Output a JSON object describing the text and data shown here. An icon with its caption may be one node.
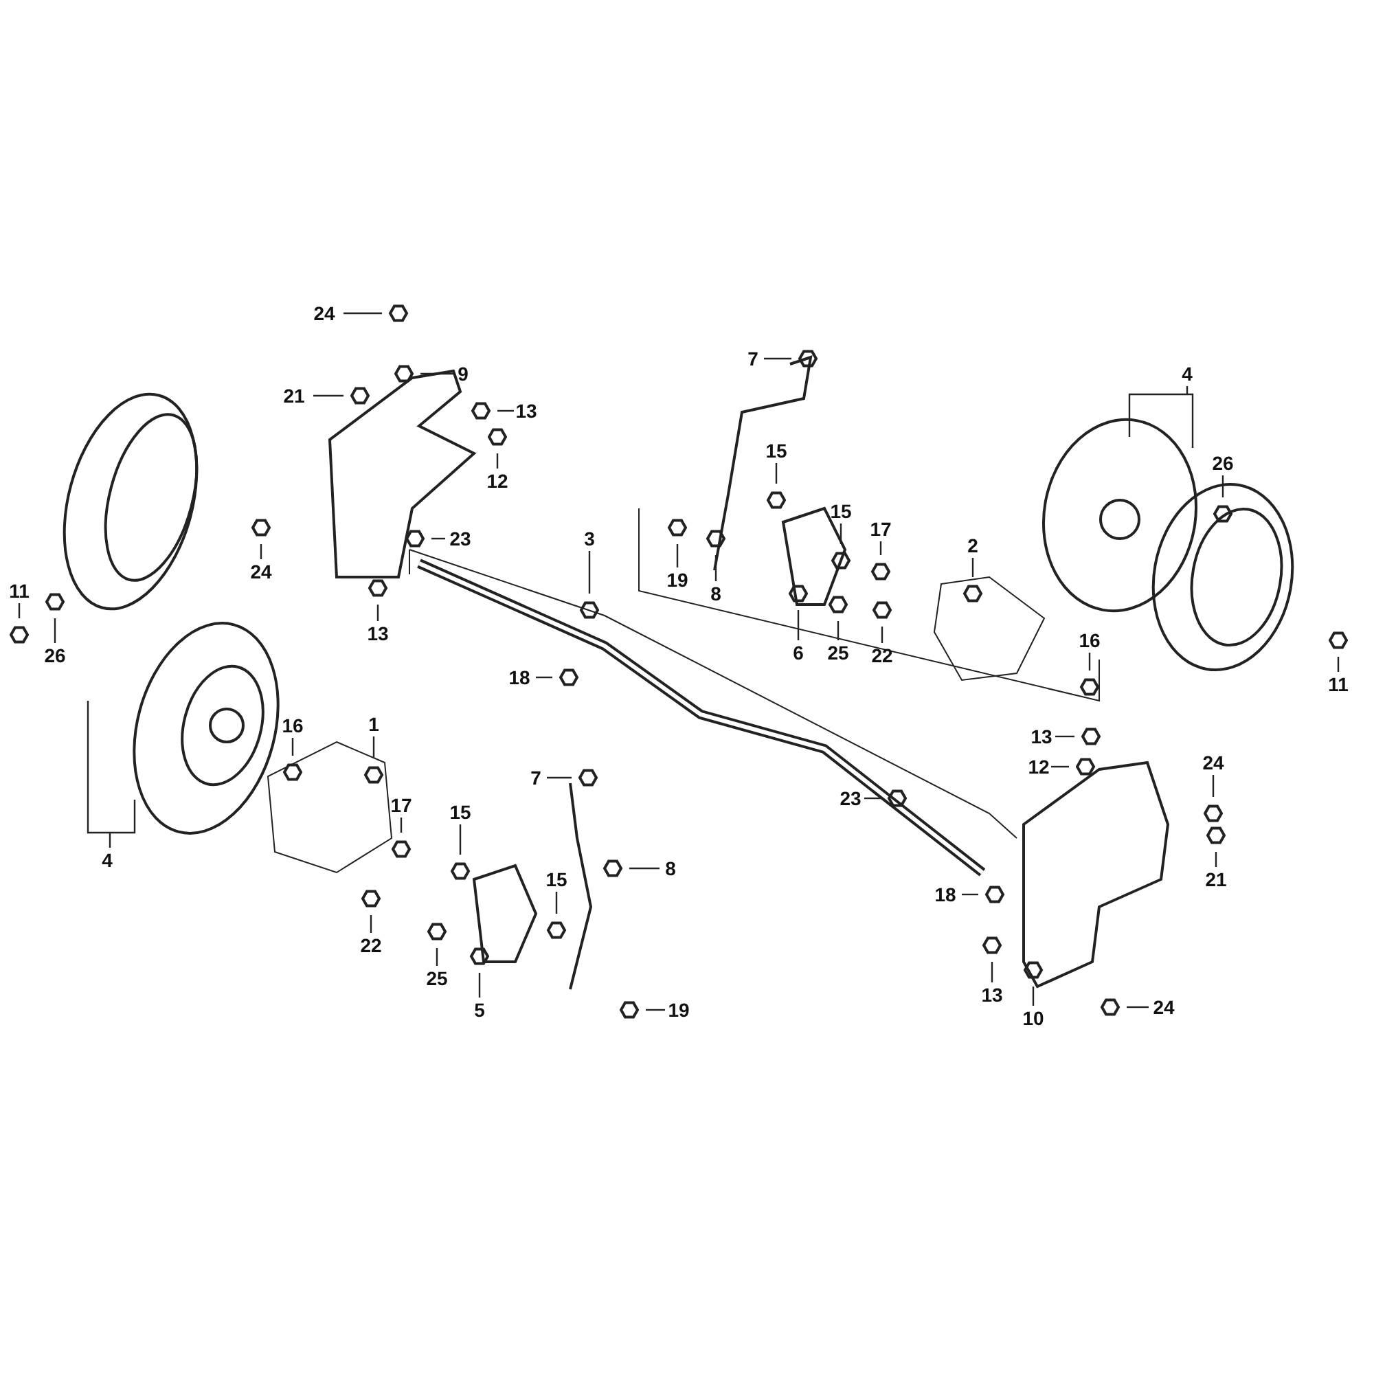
{
  "diagram": {
    "nodes": [
      {
        "text": [
          "24"
        ]
      },
      {
        "text": [
          "9"
        ]
      },
      {
        "text": [
          "7"
        ]
      },
      {
        "text": [
          "21"
        ]
      },
      {
        "text": [
          "13"
        ]
      },
      {
        "text": [
          "4"
        ]
      },
      {
        "text": [
          "15"
        ]
      },
      {
        "text": [
          "12"
        ]
      },
      {
        "text": [
          "26"
        ]
      },
      {
        "text": [
          "23"
        ]
      },
      {
        "text": [
          "3"
        ]
      },
      {
        "text": [
          "19"
        ]
      },
      {
        "text": [
          "8"
        ]
      },
      {
        "text": [
          "15"
        ]
      },
      {
        "text": [
          "17"
        ]
      },
      {
        "text": [
          "2"
        ]
      },
      {
        "text": [
          "24"
        ]
      },
      {
        "text": [
          "11"
        ]
      },
      {
        "text": [
          "26"
        ]
      },
      {
        "text": [
          "13"
        ]
      },
      {
        "text": [
          "6"
        ]
      },
      {
        "text": [
          "25"
        ]
      },
      {
        "text": [
          "22"
        ]
      },
      {
        "text": [
          "16"
        ]
      },
      {
        "text": [
          "18"
        ]
      },
      {
        "text": [
          "11"
        ]
      },
      {
        "text": [
          "1"
        ]
      },
      {
        "text": [
          "16"
        ]
      },
      {
        "text": [
          "13"
        ]
      },
      {
        "text": [
          "12"
        ]
      },
      {
        "text": [
          "24"
        ]
      },
      {
        "text": [
          "7"
        ]
      },
      {
        "text": [
          "17"
        ]
      },
      {
        "text": [
          "15"
        ]
      },
      {
        "text": [
          "23"
        ]
      },
      {
        "text": [
          "4"
        ]
      },
      {
        "text": [
          "8"
        ]
      },
      {
        "text": [
          "21"
        ]
      },
      {
        "text": [
          "18"
        ]
      },
      {
        "text": [
          "15"
        ]
      },
      {
        "text": [
          "22"
        ]
      },
      {
        "text": [
          "25"
        ]
      },
      {
        "text": [
          "13"
        ]
      },
      {
        "text": [
          "5"
        ]
      },
      {
        "text": [
          "19"
        ]
      },
      {
        "text": [
          "10"
        ]
      },
      {
        "text": [
          "24"
        ]
      }
    ],
    "edges": [
      {
        "from": 0,
        "to": null,
        "arrow": "none"
      },
      {
        "from": 1,
        "to": null,
        "arrow": "none"
      },
      {
        "from": 2,
        "to": null,
        "arrow": "none"
      },
      {
        "from": 3,
        "to": null,
        "arrow": "none"
      },
      {
        "from": 4,
        "to": null,
        "arrow": "none"
      },
      {
        "from": 5,
        "to": null,
        "arrow": "none"
      },
      {
        "from": 6,
        "to": null,
        "arrow": "none"
      },
      {
        "from": 7,
        "to": null,
        "arrow": "none"
      },
      {
        "from": 8,
        "to": null,
        "arrow": "none"
      },
      {
        "from": 9,
        "to": null,
        "arrow": "none"
      },
      {
        "from": 10,
        "to": null,
        "arrow": "none"
      },
      {
        "from": 11,
        "to": null,
        "arrow": "none"
      },
      {
        "from": 12,
        "to": null,
        "arrow": "none"
      },
      {
        "from": 13,
        "to": null,
        "arrow": "none"
      },
      {
        "from": 14,
        "to": null,
        "arrow": "none"
      },
      {
        "from": 15,
        "to": null,
        "arrow": "none"
      },
      {
        "from": 16,
        "to": null,
        "arrow": "none"
      },
      {
        "from": 17,
        "to": null,
        "arrow": "none"
      },
      {
        "from": 18,
        "to": null,
        "arrow": "none"
      },
      {
        "from": 19,
        "to": null,
        "arrow": "none"
      },
      {
        "from": 20,
        "to": null,
        "arrow": "none"
      },
      {
        "from": 21,
        "to": null,
        "arrow": "none"
      },
      {
        "from": 22,
        "to": null,
        "arrow": "none"
      },
      {
        "from": 23,
        "to": null,
        "arrow": "none"
      },
      {
        "from": 24,
        "to": null,
        "arrow": "none"
      },
      {
        "from": 25,
        "to": null,
        "arrow": "none"
      },
      {
        "from": 26,
        "to": null,
        "arrow": "none"
      },
      {
        "from": 27,
        "to": null,
        "arrow": "none"
      },
      {
        "from": 28,
        "to": null,
        "arrow": "none"
      },
      {
        "from": 29,
        "to": null,
        "arrow": "none"
      },
      {
        "from": 30,
        "to": null,
        "arrow": "none"
      },
      {
        "from": 31,
        "to": null,
        "arrow": "none"
      },
      {
        "from": 32,
        "to": null,
        "arrow": "none"
      },
      {
        "from": 33,
        "to": null,
        "arrow": "none"
      },
      {
        "from": 34,
        "to": null,
        "arrow": "none"
      },
      {
        "from": 35,
        "to": null,
        "arrow": "none"
      },
      {
        "from": 36,
        "to": null,
        "arrow": "none"
      },
      {
        "from": 37,
        "to": null,
        "arrow": "none"
      },
      {
        "from": 38,
        "to": null,
        "arrow": "none"
      },
      {
        "from": 39,
        "to": null,
        "arrow": "none"
      },
      {
        "from": 40,
        "to": null,
        "arrow": "none"
      },
      {
        "from": 41,
        "to": null,
        "arrow": "none"
      },
      {
        "from": 42,
        "to": null,
        "arrow": "none"
      },
      {
        "from": 43,
        "to": null,
        "arrow": "none"
      },
      {
        "from": 44,
        "to": null,
        "arrow": "none"
      },
      {
        "from": 45,
        "to": null,
        "arrow": "none"
      },
      {
        "from": 46,
        "to": null,
        "arrow": "none"
      }
    ]
  }
}
